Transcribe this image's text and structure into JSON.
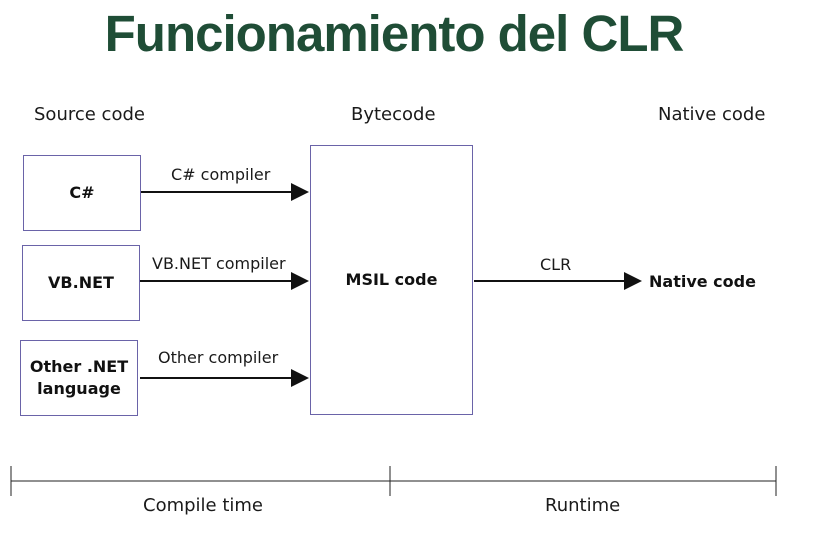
{
  "title": "Funcionamiento del CLR",
  "columns": {
    "source": "Source code",
    "bytecode": "Bytecode",
    "native": "Native code"
  },
  "source_boxes": [
    {
      "label": "C#",
      "compiler": "C# compiler"
    },
    {
      "label": "VB.NET",
      "compiler": "VB.NET compiler"
    },
    {
      "label": "Other .NET\nlanguage",
      "compiler": "Other compiler"
    }
  ],
  "msil": {
    "label": "MSIL code"
  },
  "runtime_arrow": {
    "label": "CLR",
    "target": "Native code"
  },
  "timeline": {
    "compile": "Compile time",
    "runtime": "Runtime"
  },
  "colors": {
    "title": "#1f4d36",
    "box_border": "#6a63a8",
    "line": "#111111"
  }
}
